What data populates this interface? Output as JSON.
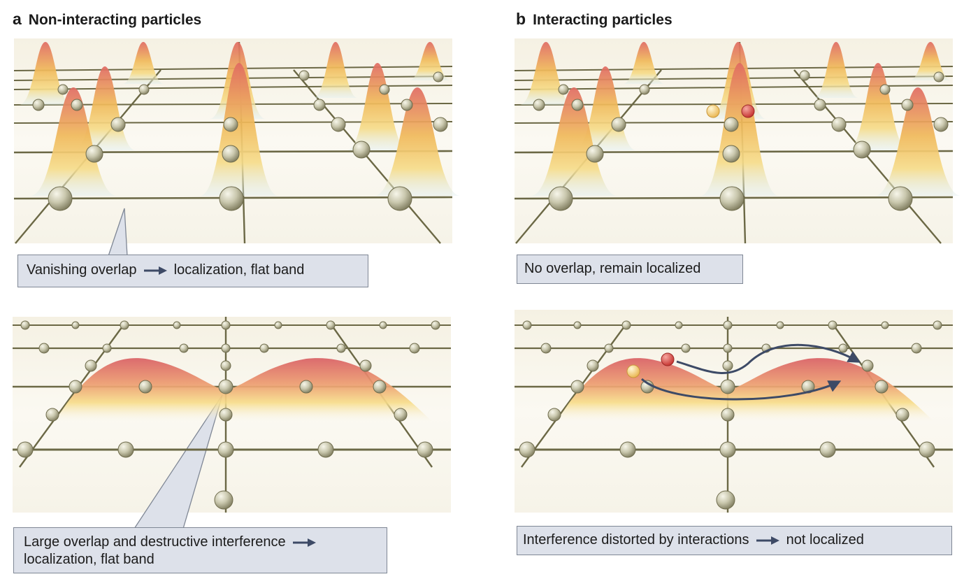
{
  "panels": {
    "a": {
      "letter": "a",
      "title": "Non-interacting particles",
      "top_caption_before": "Vanishing overlap",
      "top_caption_after": "localization, flat band",
      "bottom_caption_before": "Large overlap and destructive interference",
      "bottom_caption_after": "localization, flat band"
    },
    "b": {
      "letter": "b",
      "title": "Interacting particles",
      "top_caption": "No overlap, remain localized",
      "bottom_caption_before": "Interference distorted by interactions",
      "bottom_caption_after": "not localized"
    }
  },
  "colors": {
    "lattice_line": "#6b6845",
    "node_fill": "#c9c7ad",
    "peak_top": "#e06a62",
    "peak_mid": "#f2c25a",
    "peak_base": "#d9ecef",
    "arrow": "#3d4a66",
    "callout_fill": "#dde1ea",
    "callout_border": "#7f8795",
    "particle_red": "#d9443f",
    "particle_yellow": "#f5cf6b"
  },
  "icons": {
    "arrow": "right-arrow-icon"
  }
}
